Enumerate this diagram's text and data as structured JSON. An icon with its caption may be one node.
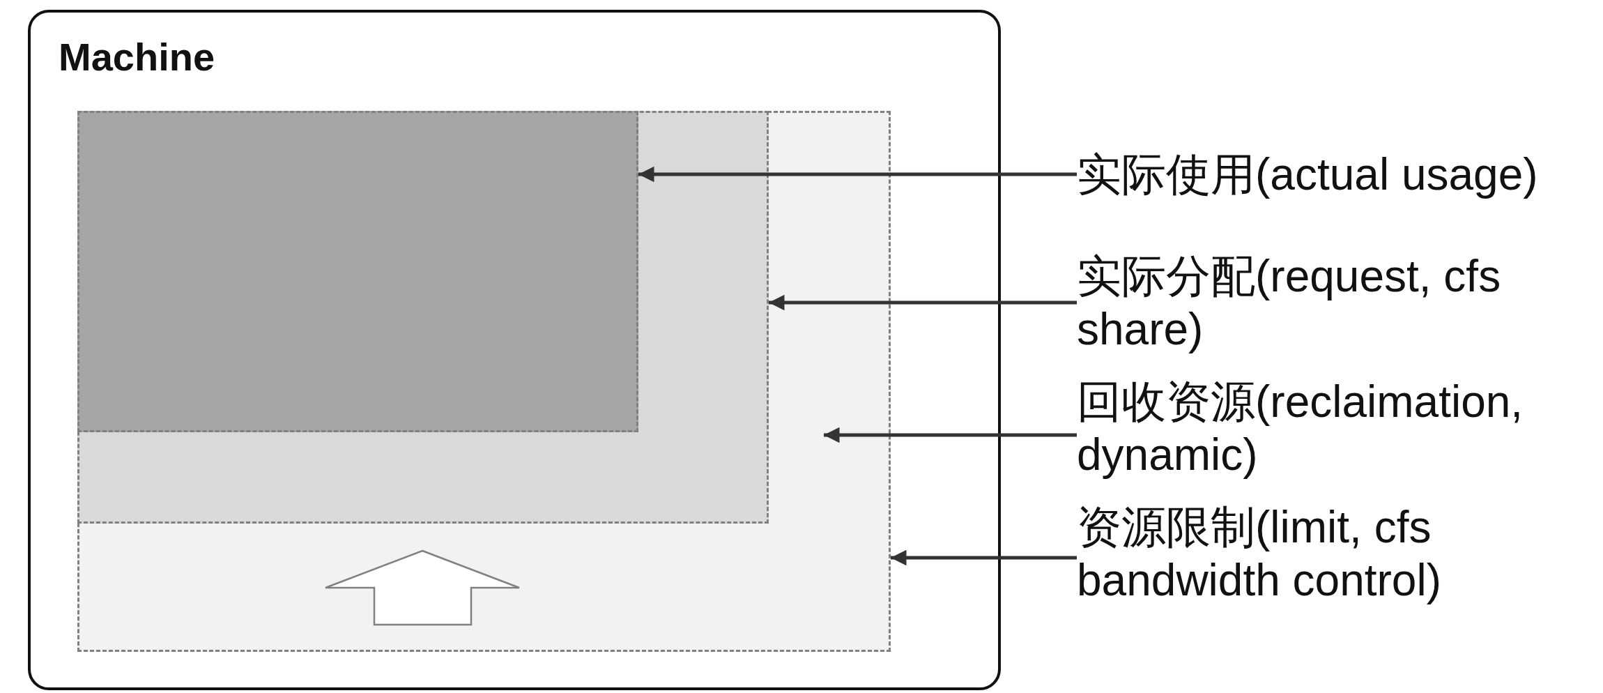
{
  "diagram": {
    "nodes": [
      {
        "text": [
          "Machine"
        ]
      },
      {
        "text": [],
        "shape": "box",
        "in": 0
      },
      {
        "text": [],
        "shape": "box",
        "in": 1
      },
      {
        "text": [],
        "shape": "box",
        "in": 2
      },
      {
        "text": [
          "实际使用(actual usage)"
        ]
      },
      {
        "text": [
          "实际分配(request, cfs share)"
        ]
      },
      {
        "text": [
          "回收资源(reclaimation, dynamic)"
        ]
      },
      {
        "text": [
          "资源限制(limit, cfs bandwidth control)"
        ]
      }
    ],
    "edges": [
      {
        "from": 4,
        "to": 3,
        "arrow": "to"
      },
      {
        "from": 5,
        "to": 2,
        "arrow": "to"
      },
      {
        "from": 6,
        "to": null,
        "arrow": "to"
      },
      {
        "from": 7,
        "to": 1,
        "arrow": "to"
      }
    ]
  }
}
